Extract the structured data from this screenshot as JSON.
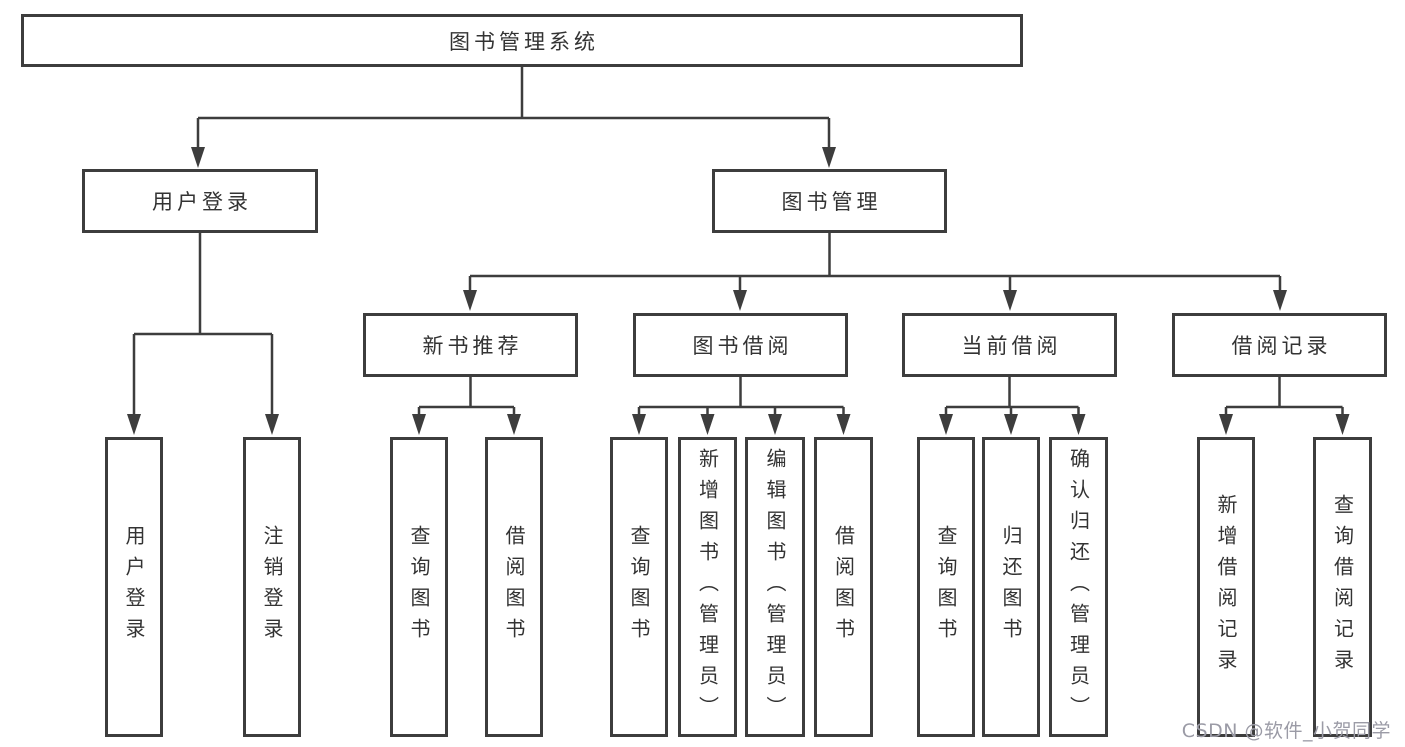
{
  "root": {
    "label": "图书管理系统"
  },
  "level1": [
    {
      "label": "用户登录"
    },
    {
      "label": "图书管理"
    }
  ],
  "level2": [
    {
      "label": "新书推荐"
    },
    {
      "label": "图书借阅"
    },
    {
      "label": "当前借阅"
    },
    {
      "label": "借阅记录"
    }
  ],
  "leaves": {
    "user_login": [
      "用户登录",
      "注销登录"
    ],
    "new_book": [
      "查询图书",
      "借阅图书"
    ],
    "book_borrow": [
      "查询图书",
      "新增图书（管理员）",
      "编辑图书（管理员）",
      "借阅图书"
    ],
    "current_borrow": [
      "查询图书",
      "归还图书",
      "确认归还（管理员）"
    ],
    "borrow_records": [
      "新增借阅记录",
      "查询借阅记录"
    ]
  },
  "watermark": "CSDN @软件_小贺同学",
  "colors": {
    "line": "#3d3d3d",
    "text": "#333333",
    "watermark": "#9b9ba6",
    "background": "#ffffff"
  }
}
